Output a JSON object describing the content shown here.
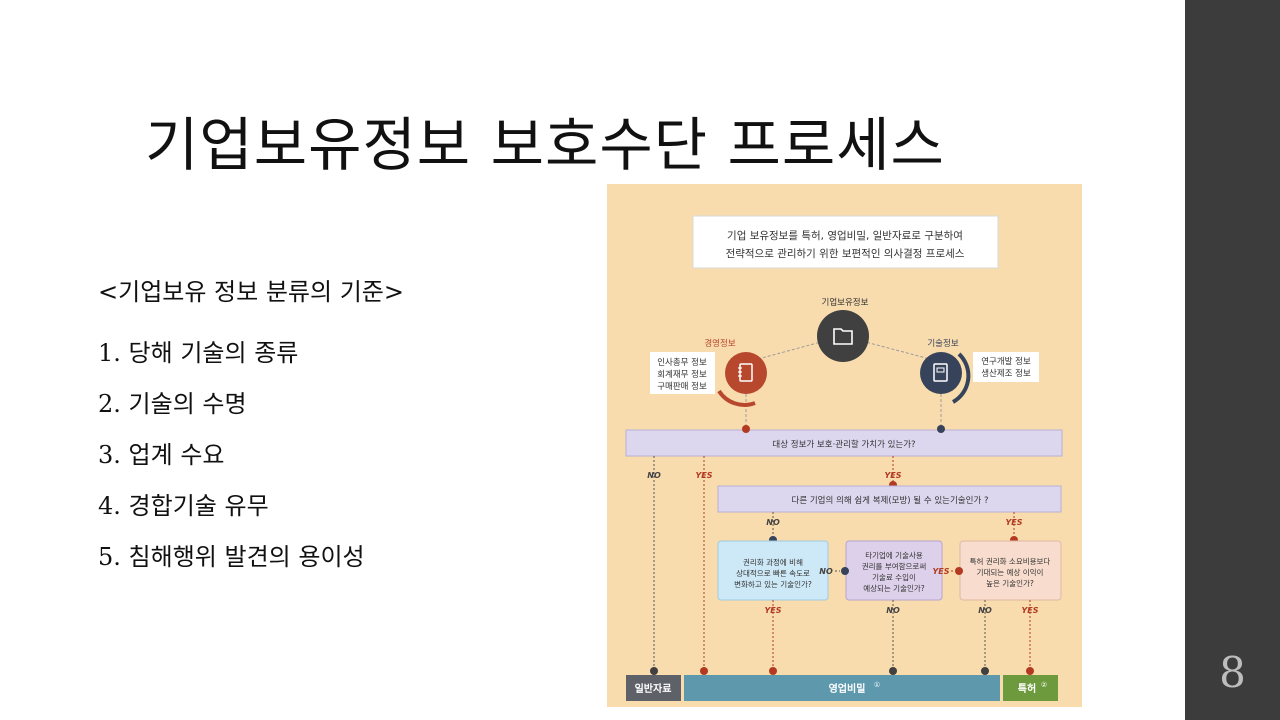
{
  "slide": {
    "title": "기업보유정보 보호수단 프로세스",
    "page_number": "8",
    "criteria_heading": "<기업보유 정보 분류의 기준>",
    "criteria": [
      {
        "num": "1.",
        "text": "당해 기술의 종류"
      },
      {
        "num": "2.",
        "text": "기술의 수명"
      },
      {
        "num": "3.",
        "text": "업계 수요"
      },
      {
        "num": "4.",
        "text": "경합기술 유무"
      },
      {
        "num": "5.",
        "text": "침해행위 발견의 용이성"
      }
    ]
  },
  "diagram": {
    "intro_line1": "기업 보유정보를 특허, 영업비밀, 일반자료로 구분하여",
    "intro_line2": "전략적으로 관리하기 위한 보편적인 의사결정 프로세스",
    "root_label": "기업보유정보",
    "left_node_label": "경영정보",
    "left_node_items": [
      "인사총무 정보",
      "회계재무 정보",
      "구매판매 정보"
    ],
    "right_node_label": "기술정보",
    "right_node_items": [
      "연구개발 정보",
      "생산제조 정보"
    ],
    "question1": "대상 정보가 보호·관리할 가치가 있는가?",
    "question2": "다른 기업의 의해 쉽게 복제(모방) 될 수 있는기술인가 ?",
    "box1_lines": [
      "권리화 과정에 비해",
      "상대적으로 빠른 속도로",
      "변화하고 있는 기술인가?"
    ],
    "box2_lines": [
      "타기업에 기술사용",
      "권리를 부여함으로써",
      "기술료 수입이",
      "예상되는 기술인가?"
    ],
    "box3_lines": [
      "특허 권리화 소요비용보다",
      "기대되는 예상 이익이",
      "높은 기술인가?"
    ],
    "label_yes": "YES",
    "label_no": "NO",
    "out_general": "일반자료",
    "out_trade_secret": "영업비밀",
    "out_trade_secret_mark": "①",
    "out_patent": "특허",
    "out_patent_mark": "②",
    "colors": {
      "background": "#f9dcae",
      "question_fill": "#dcd6ee",
      "box1_fill": "#cde8f6",
      "box2_fill": "#ddd0ea",
      "box3_fill": "#f8dccd",
      "root_circle": "#404040",
      "left_circle": "#b7482e",
      "right_circle": "#36435a",
      "yes": "#b23a22",
      "general": "#5e6167",
      "trade_secret": "#5d98ad",
      "patent": "#6d9a3c"
    },
    "icons": {
      "root": "folder-icon",
      "left": "notebook-icon",
      "right": "document-icon"
    }
  }
}
